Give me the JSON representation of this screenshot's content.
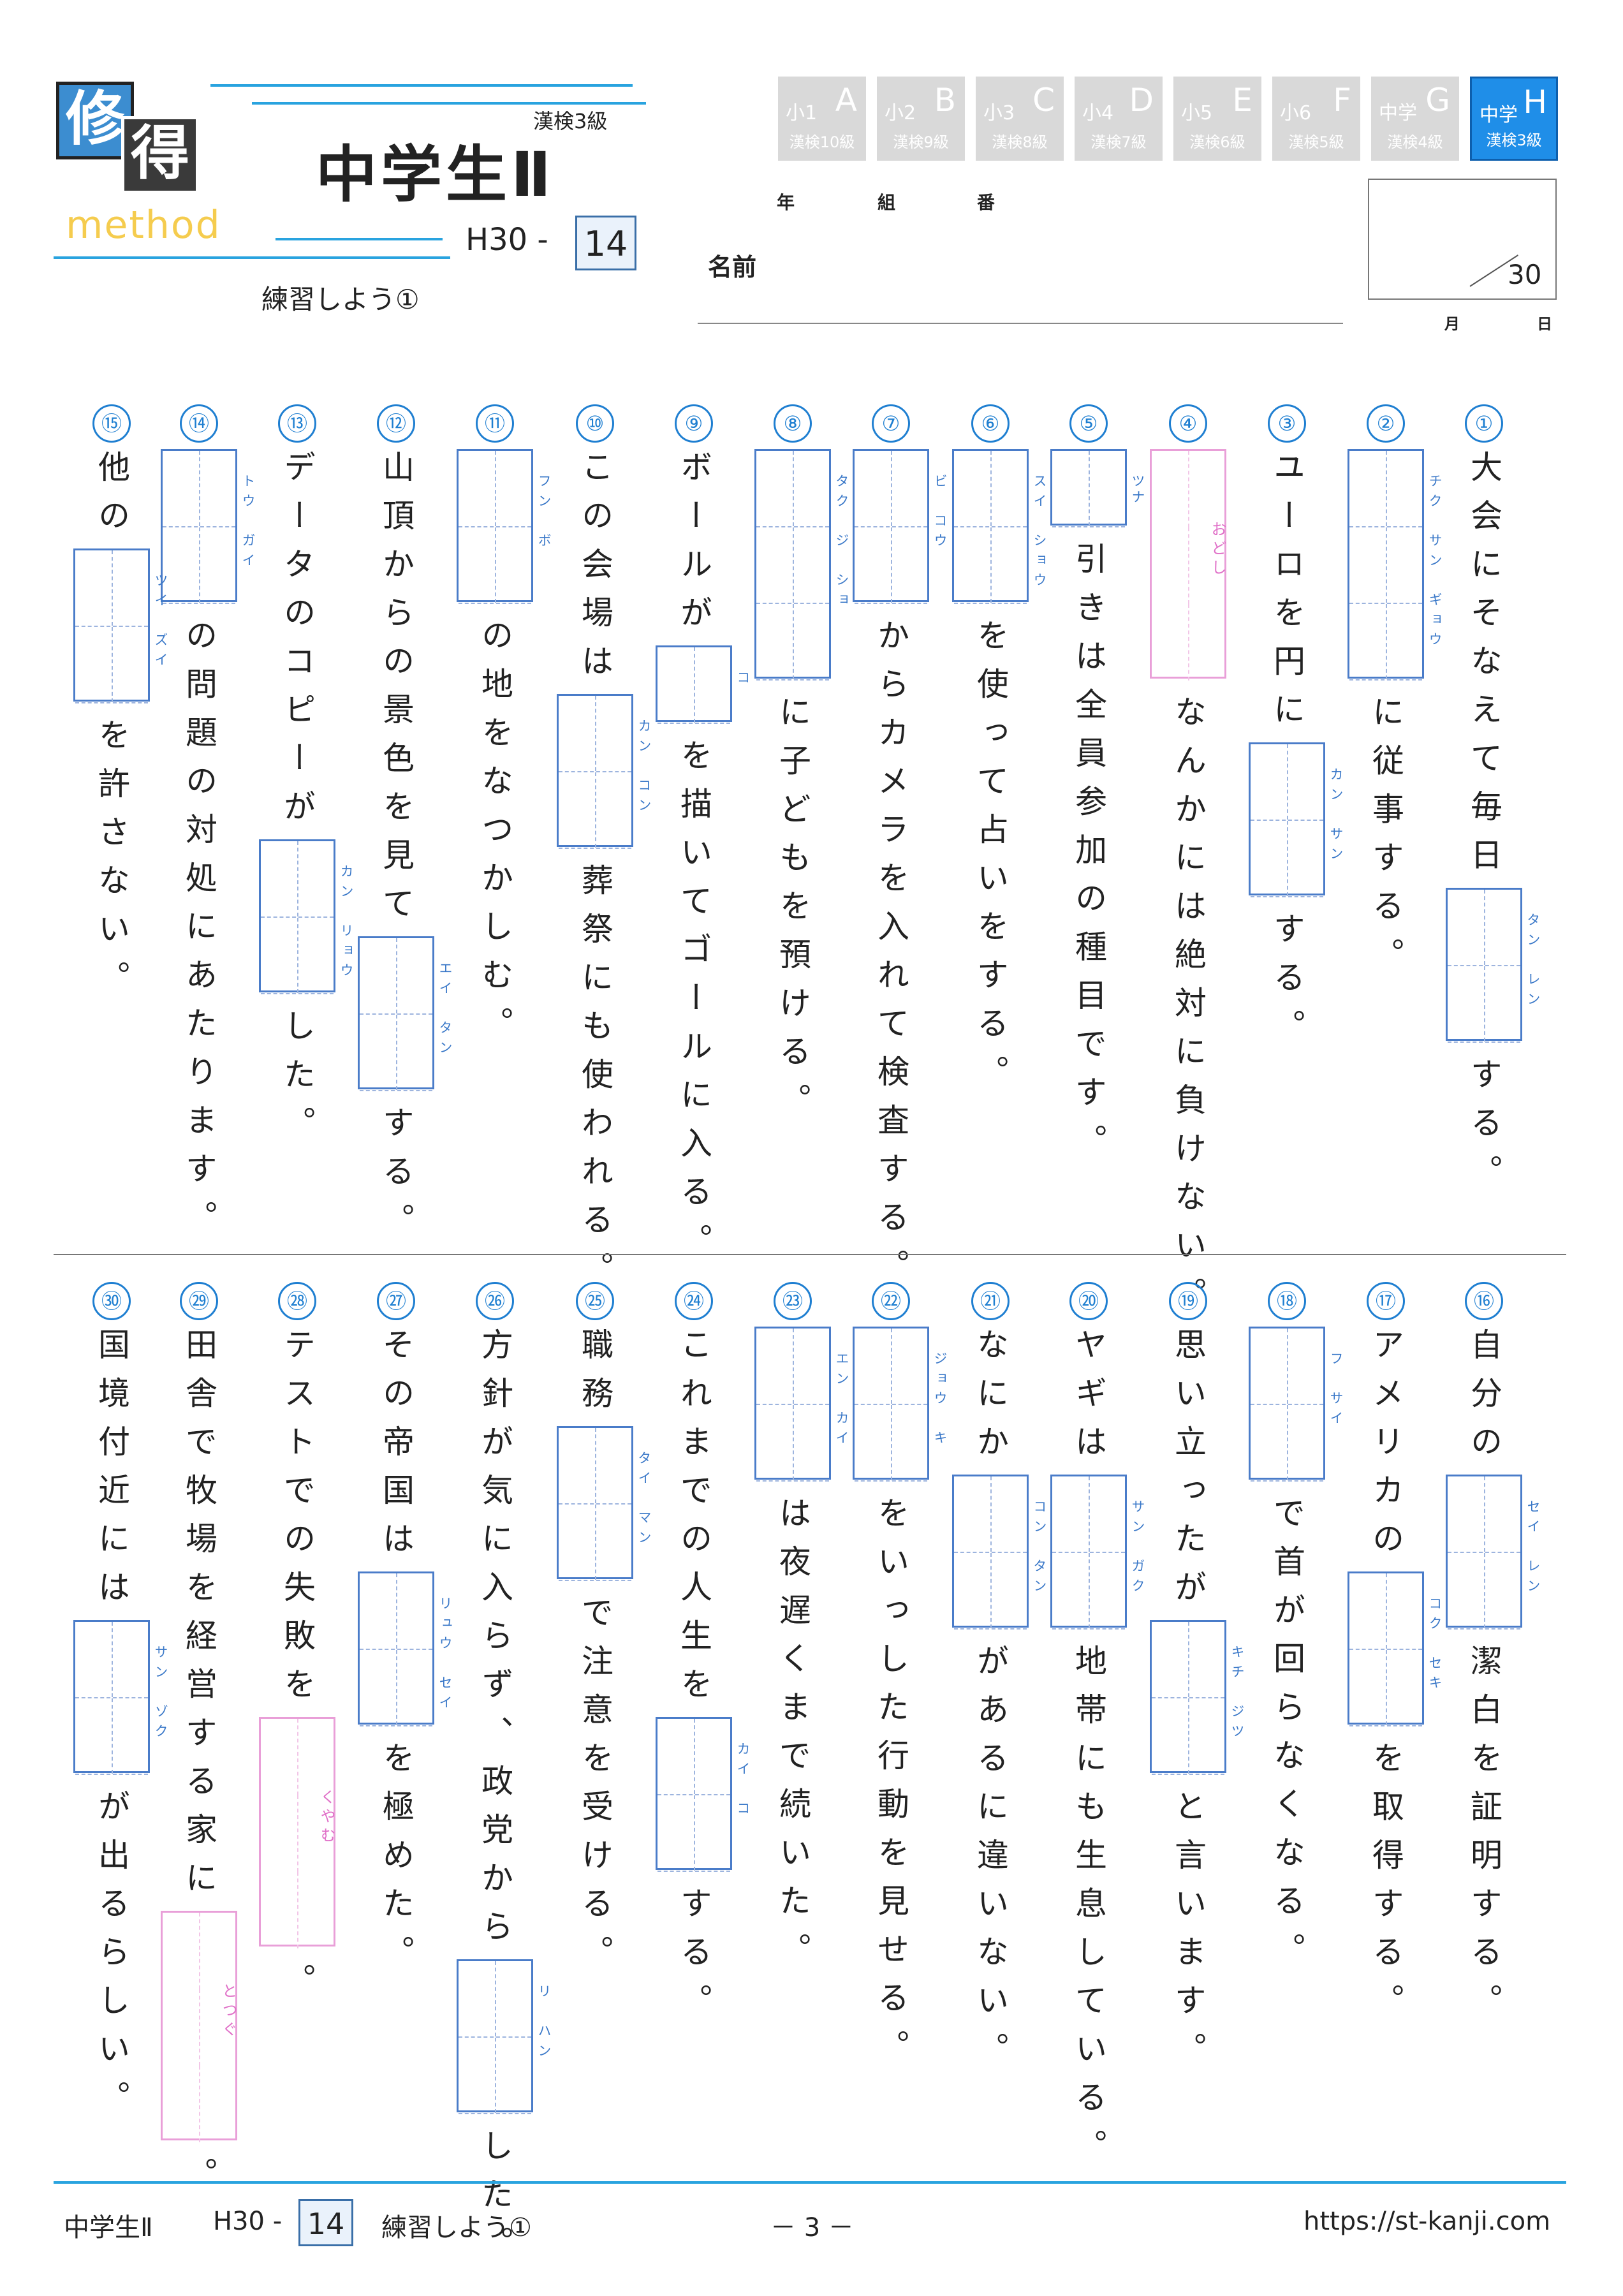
{
  "header": {
    "logo_chars": [
      "修",
      "得"
    ],
    "logo_sub": "method",
    "title": "中学生Ⅱ",
    "kanken_level": "漢検3級",
    "code_prefix": "H30 -",
    "code_number": "14",
    "subtitle": "練習しよう①"
  },
  "grades": [
    {
      "g1": "小1",
      "g2": "A",
      "g3": "漢検10級",
      "active": false
    },
    {
      "g1": "小2",
      "g2": "B",
      "g3": "漢検9級",
      "active": false
    },
    {
      "g1": "小3",
      "g2": "C",
      "g3": "漢検8級",
      "active": false
    },
    {
      "g1": "小4",
      "g2": "D",
      "g3": "漢検7級",
      "active": false
    },
    {
      "g1": "小5",
      "g2": "E",
      "g3": "漢検6級",
      "active": false
    },
    {
      "g1": "小6",
      "g2": "F",
      "g3": "漢検5級",
      "active": false
    },
    {
      "g1": "中学",
      "g2": "G",
      "g3": "漢検4級",
      "active": false
    },
    {
      "g1": "中学",
      "g2": "H",
      "g3": "漢検3級",
      "active": true
    }
  ],
  "student": {
    "year": "年",
    "class": "組",
    "number": "番",
    "name_label": "名前"
  },
  "score": {
    "total": "30",
    "month": "月",
    "day": "日"
  },
  "questions": [
    {
      "num": "①",
      "parts": [
        {
          "t": "大会にそなえて毎日"
        },
        {
          "box": 2,
          "ruby": "タン　レン"
        },
        {
          "t": "する。"
        }
      ]
    },
    {
      "num": "②",
      "parts": [
        {
          "box": 3,
          "ruby": "チク　サン　ギョウ"
        },
        {
          "t": "に従事する。"
        }
      ]
    },
    {
      "num": "③",
      "parts": [
        {
          "t": "ユーロを円に"
        },
        {
          "box": 2,
          "ruby": "カン　サン"
        },
        {
          "t": "する。"
        }
      ]
    },
    {
      "num": "④",
      "parts": [
        {
          "box": 3,
          "ruby": "おどし",
          "pink": true
        },
        {
          "t": "なんかには絶対に負けない。"
        }
      ]
    },
    {
      "num": "⑤",
      "parts": [
        {
          "box": 1,
          "ruby": "ツナ"
        },
        {
          "t": "引きは全員参加の種目です。"
        }
      ]
    },
    {
      "num": "⑥",
      "parts": [
        {
          "box": 2,
          "ruby": "スイ　ショウ"
        },
        {
          "t": "を使って占いをする。"
        }
      ]
    },
    {
      "num": "⑦",
      "parts": [
        {
          "box": 2,
          "ruby": "ビ　コウ"
        },
        {
          "t": "からカメラを入れて検査する。"
        }
      ]
    },
    {
      "num": "⑧",
      "parts": [
        {
          "box": 3,
          "ruby": "タク　ジ　ショ"
        },
        {
          "t": "に子どもを預ける。"
        }
      ]
    },
    {
      "num": "⑨",
      "parts": [
        {
          "t": "ボールが"
        },
        {
          "box": 1,
          "ruby": "コ"
        },
        {
          "t": "を描いてゴールに入る。"
        }
      ]
    },
    {
      "num": "⑩",
      "parts": [
        {
          "t": "この会場は"
        },
        {
          "box": 2,
          "ruby": "カン　コン"
        },
        {
          "t": "葬祭にも使われる。"
        }
      ]
    },
    {
      "num": "⑪",
      "parts": [
        {
          "box": 2,
          "ruby": "フン　ボ"
        },
        {
          "t": "の地をなつかしむ。"
        }
      ]
    },
    {
      "num": "⑫",
      "parts": [
        {
          "t": "山頂からの景色を見て"
        },
        {
          "box": 2,
          "ruby": "エイ　タン"
        },
        {
          "t": "する。"
        }
      ]
    },
    {
      "num": "⑬",
      "parts": [
        {
          "t": "データのコピーが"
        },
        {
          "box": 2,
          "ruby": "カン　リョウ"
        },
        {
          "t": "した。"
        }
      ]
    },
    {
      "num": "⑭",
      "parts": [
        {
          "box": 2,
          "ruby": "トウ　ガイ"
        },
        {
          "t": "の問題の対処にあたります。"
        }
      ]
    },
    {
      "num": "⑮",
      "parts": [
        {
          "t": "他の"
        },
        {
          "box": 2,
          "ruby": "ツイ　ズイ"
        },
        {
          "t": "を許さない。"
        }
      ]
    },
    {
      "num": "⑯",
      "parts": [
        {
          "t": "自分の"
        },
        {
          "box": 2,
          "ruby": "セイ　レン"
        },
        {
          "t": "潔白を証明する。"
        }
      ]
    },
    {
      "num": "⑰",
      "parts": [
        {
          "t": "アメリカの"
        },
        {
          "box": 2,
          "ruby": "コク　セキ"
        },
        {
          "t": "を取得する。"
        }
      ]
    },
    {
      "num": "⑱",
      "parts": [
        {
          "box": 2,
          "ruby": "フ　サイ"
        },
        {
          "t": "で首が回らなくなる。"
        }
      ]
    },
    {
      "num": "⑲",
      "parts": [
        {
          "t": "思い立ったが"
        },
        {
          "box": 2,
          "ruby": "キチ　ジツ"
        },
        {
          "t": "と言います。"
        }
      ]
    },
    {
      "num": "⑳",
      "parts": [
        {
          "t": "ヤギは"
        },
        {
          "box": 2,
          "ruby": "サン　ガク"
        },
        {
          "t": "地帯にも生息している。"
        }
      ]
    },
    {
      "num": "㉑",
      "parts": [
        {
          "t": "なにか"
        },
        {
          "box": 2,
          "ruby": "コン　タン"
        },
        {
          "t": "があるに違いない。"
        }
      ]
    },
    {
      "num": "㉒",
      "parts": [
        {
          "box": 2,
          "ruby": "ジョウ　キ"
        },
        {
          "t": "をいっした行動を見せる。"
        }
      ]
    },
    {
      "num": "㉓",
      "parts": [
        {
          "box": 2,
          "ruby": "エン　カイ"
        },
        {
          "t": "は夜遅くまで続いた。"
        }
      ]
    },
    {
      "num": "㉔",
      "parts": [
        {
          "t": "これまでの人生を"
        },
        {
          "box": 2,
          "ruby": "カイ　コ"
        },
        {
          "t": "する。"
        }
      ]
    },
    {
      "num": "㉕",
      "parts": [
        {
          "t": "職務"
        },
        {
          "box": 2,
          "ruby": "タイ　マン"
        },
        {
          "t": "で注意を受ける。"
        }
      ]
    },
    {
      "num": "㉖",
      "parts": [
        {
          "t": "方針が気に入らず、政党から"
        },
        {
          "box": 2,
          "ruby": "リ　ハン"
        },
        {
          "t": "した。"
        }
      ]
    },
    {
      "num": "㉗",
      "parts": [
        {
          "t": "その帝国は"
        },
        {
          "box": 2,
          "ruby": "リュウ　セイ"
        },
        {
          "t": "を極めた。"
        }
      ]
    },
    {
      "num": "㉘",
      "parts": [
        {
          "t": "テストでの失敗を"
        },
        {
          "box": 3,
          "ruby": "くやむ",
          "pink": true
        },
        {
          "t": "。"
        }
      ]
    },
    {
      "num": "㉙",
      "parts": [
        {
          "t": "田舎で牧場を経営する家に"
        },
        {
          "box": 3,
          "ruby": "とつぐ",
          "pink": true
        },
        {
          "t": "。"
        }
      ]
    },
    {
      "num": "㉚",
      "parts": [
        {
          "t": "国境付近には"
        },
        {
          "box": 2,
          "ruby": "サン　ゾク"
        },
        {
          "t": "が出るらしい。"
        }
      ]
    }
  ],
  "footer": {
    "title": "中学生Ⅱ",
    "code_prefix": "H30 -",
    "code_number": "14",
    "subtitle": "練習しよう①",
    "page": "－ 3 －",
    "url": "https://st-kanji.com"
  }
}
